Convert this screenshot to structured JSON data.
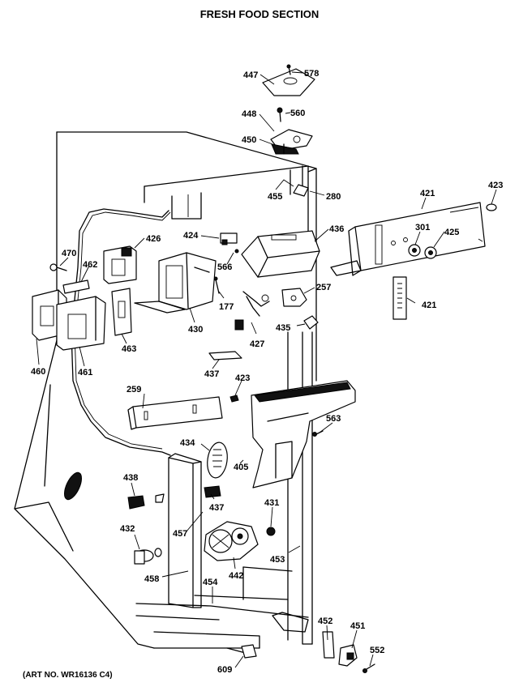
{
  "title": "FRESH FOOD SECTION",
  "art_no": "(ART NO. WR16136 C4)",
  "labels": [
    {
      "id": "447",
      "text": "447"
    },
    {
      "id": "578",
      "text": "578"
    },
    {
      "id": "448",
      "text": "448"
    },
    {
      "id": "560",
      "text": "560"
    },
    {
      "id": "450",
      "text": "450"
    },
    {
      "id": "455",
      "text": "455"
    },
    {
      "id": "280",
      "text": "280"
    },
    {
      "id": "421a",
      "text": "421"
    },
    {
      "id": "423a",
      "text": "423"
    },
    {
      "id": "436",
      "text": "436"
    },
    {
      "id": "301",
      "text": "301"
    },
    {
      "id": "425",
      "text": "425"
    },
    {
      "id": "424",
      "text": "424"
    },
    {
      "id": "426",
      "text": "426"
    },
    {
      "id": "470",
      "text": "470"
    },
    {
      "id": "462",
      "text": "462"
    },
    {
      "id": "566",
      "text": "566"
    },
    {
      "id": "257",
      "text": "257"
    },
    {
      "id": "421b",
      "text": "421"
    },
    {
      "id": "177",
      "text": "177"
    },
    {
      "id": "430",
      "text": "430"
    },
    {
      "id": "435",
      "text": "435"
    },
    {
      "id": "463",
      "text": "463"
    },
    {
      "id": "427",
      "text": "427"
    },
    {
      "id": "460",
      "text": "460"
    },
    {
      "id": "461",
      "text": "461"
    },
    {
      "id": "437a",
      "text": "437"
    },
    {
      "id": "423b",
      "text": "423"
    },
    {
      "id": "259",
      "text": "259"
    },
    {
      "id": "563",
      "text": "563"
    },
    {
      "id": "434",
      "text": "434"
    },
    {
      "id": "405",
      "text": "405"
    },
    {
      "id": "438",
      "text": "438"
    },
    {
      "id": "437b",
      "text": "437"
    },
    {
      "id": "431",
      "text": "431"
    },
    {
      "id": "432",
      "text": "432"
    },
    {
      "id": "457",
      "text": "457"
    },
    {
      "id": "453",
      "text": "453"
    },
    {
      "id": "458",
      "text": "458"
    },
    {
      "id": "454",
      "text": "454"
    },
    {
      "id": "442",
      "text": "442"
    },
    {
      "id": "452",
      "text": "452"
    },
    {
      "id": "451",
      "text": "451"
    },
    {
      "id": "552",
      "text": "552"
    },
    {
      "id": "609",
      "text": "609"
    }
  ]
}
